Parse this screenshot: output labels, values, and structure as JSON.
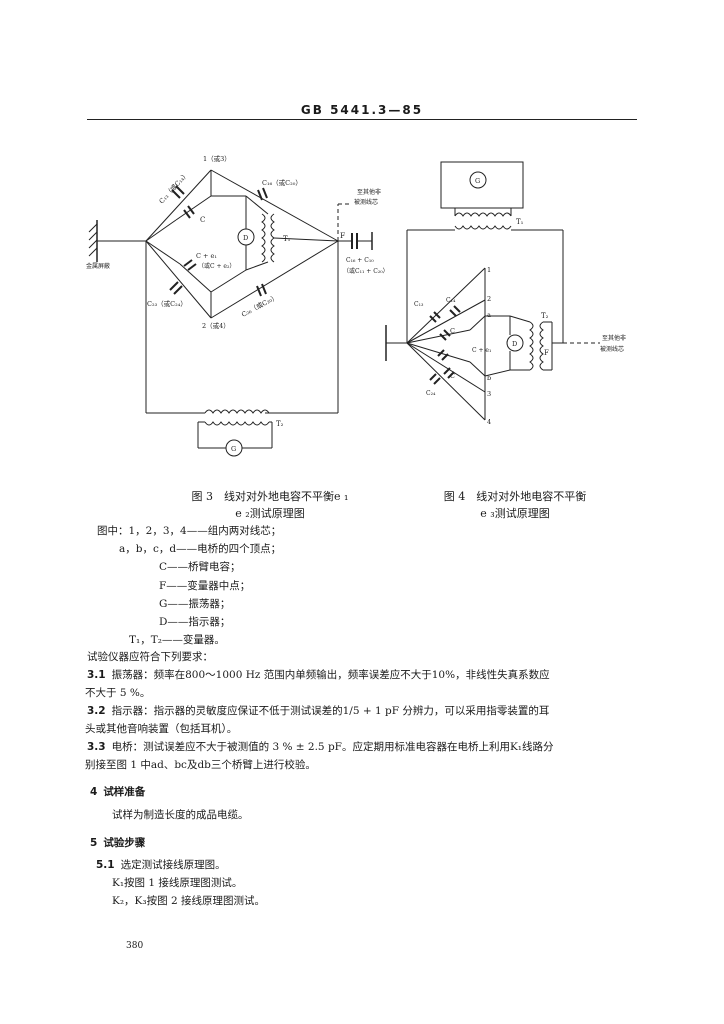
{
  "header": {
    "std_no": "GB 5441.3—85"
  },
  "fig3": {
    "labels": {
      "n1": "1（或3）",
      "n2": "2（或4）",
      "c1": "C₁₃（或C₁₄）",
      "c2": "C₁₆（或C₂₀）",
      "c3": "C",
      "c4": "C + e₁",
      "c5": "（或C + e₂）",
      "c6": "C₂₃（或C₂₄）",
      "c7": "C₂₆（或C₂₀）",
      "t": "T₁",
      "f": "F",
      "d": "D",
      "g": "G",
      "t2": "T₂",
      "cap": "C₁₆ + C₁₀",
      "cap2": "（或C₁₁ + C₂₀）",
      "ground": "金属屏蔽",
      "note1": "至其他非",
      "note2": "被测线芯"
    }
  },
  "fig4": {
    "labels": {
      "g": "G",
      "t1": "T₁",
      "t2": "T₂",
      "d": "D",
      "f": "F",
      "n1": "1",
      "n2": "2",
      "n3": "3",
      "n4": "4",
      "na": "a",
      "nb": "b",
      "c1": "C₁₃",
      "c2": "C₁₄",
      "c3": "C",
      "c4": "C + e₁",
      "c5": "C",
      "c6": "C₂₄",
      "note1": "至其他非",
      "note2": "被测线芯"
    }
  },
  "captions": {
    "fig3_line1": "图 3　线对对外地电容不平衡e ₁",
    "fig3_line2": "e ₂测试原理图",
    "fig4_line1": "图 4　线对对外地电容不平衡",
    "fig4_line2": "e ₃测试原理图"
  },
  "legend": [
    "图中：1，2，3，4——组内两对线芯；",
    "a，b，c，d——电桥的四个顶点；",
    "C——桥臂电容；",
    "F——变量器中点；",
    "G——振荡器；",
    "D——指示器；",
    "T₁，T₂——变量器。"
  ],
  "body": {
    "intro": "试验仪器应符合下列要求：",
    "p31_num": "3.1",
    "p31": "振荡器：频率在800～1000 Hz 范围内单频输出，频率误差应不大于10%，非线性失真系数应",
    "p31b": "不大于 5 %。",
    "p32_num": "3.2",
    "p32": "指示器：指示器的灵敏度应保证不低于测试误差的1/5 + 1 pF 分辨力，可以采用指零装置的耳",
    "p32b": "头或其他音响装置（包括耳机）。",
    "p33_num": "3.3",
    "p33": "电桥：测试误差应不大于被测值的 3 % ± 2.5 pF。应定期用标准电容器在电桥上利用K₁线路分",
    "p33b": "别接至图 1 中ad、bc及db三个桥臂上进行校验。",
    "s4_num": "4",
    "s4_title": "试样准备",
    "s4_text": "试样为制造长度的成品电缆。",
    "s5_num": "5",
    "s5_title": "试验步骤",
    "p51_num": "5.1",
    "p51": "选定测试接线原理图。",
    "p51a": "K₁按图 1 接线原理图测试。",
    "p51b": "K₂，K₃按图 2 接线原理图测试。"
  },
  "footer": {
    "page": "380"
  }
}
